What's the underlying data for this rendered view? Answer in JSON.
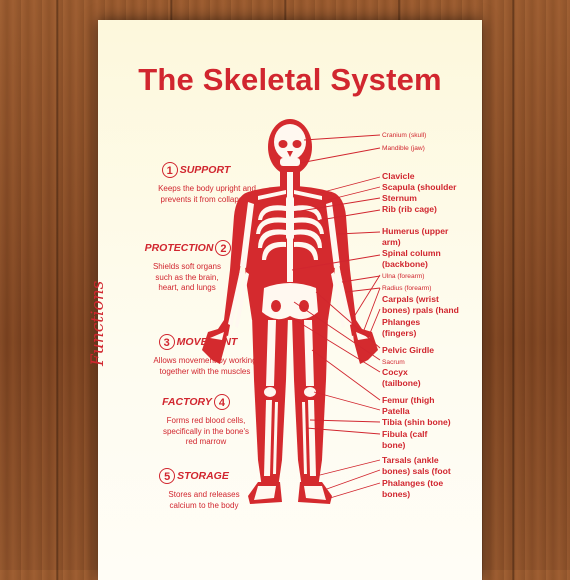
{
  "title": "The Skeletal System",
  "functions_label": "Functions",
  "functions": [
    {
      "num": "1",
      "name": "SUPPORT",
      "desc": "Keeps the body upright and prevents it from collapsing"
    },
    {
      "num": "2",
      "name": "PROTECTION",
      "desc": "Shields soft organs such as the brain, heart, and lungs"
    },
    {
      "num": "3",
      "name": "MOVEMENT",
      "desc": "Allows movement by working together with the muscles"
    },
    {
      "num": "4",
      "name": "FACTORY",
      "desc": "Forms red blood cells, specifically in the bone's red marrow"
    },
    {
      "num": "5",
      "name": "STORAGE",
      "desc": "Stores and releases calcium to the body"
    }
  ],
  "labels": {
    "cranium": "Cranium (skull)",
    "mandible": "Mandible (jaw)",
    "clavicle": "Clavicle",
    "scapula": "Scapula (shoulder",
    "sternum": "Sternum",
    "rib": "Rib (rib cage)",
    "humerus_1": "Humerus (upper",
    "humerus_2": "arm)",
    "spinal_1": "Spinal column",
    "spinal_2": "(backbone)",
    "ulna": "Ulna (forearm)",
    "radius": "Radius (forearm)",
    "carpals_1": "Carpals (wrist",
    "carpals_2": "bones) rpals (hand",
    "phalanges_hand_1": "Phlanges",
    "phalanges_hand_2": "(fingers)",
    "pelvic": "Pelvic Girdle",
    "sacrum": "Sacrum",
    "cocyx_1": "Cocyx",
    "cocyx_2": "(tailbone)",
    "femur": "Femur (thigh",
    "patella": "Patella",
    "tibia": "Tibia (shin bone)",
    "fibula_1": "Fibula (calf",
    "fibula_2": "bone)",
    "tarsals_1": "Tarsals (ankle",
    "tarsals_2": "bones) sals (foot",
    "phalanges_foot_1": "Phalanges (toe",
    "phalanges_foot_2": "bones)"
  },
  "colors": {
    "accent": "#d1262f",
    "poster": "#fdf8dc",
    "wood": "#8a4e27"
  }
}
